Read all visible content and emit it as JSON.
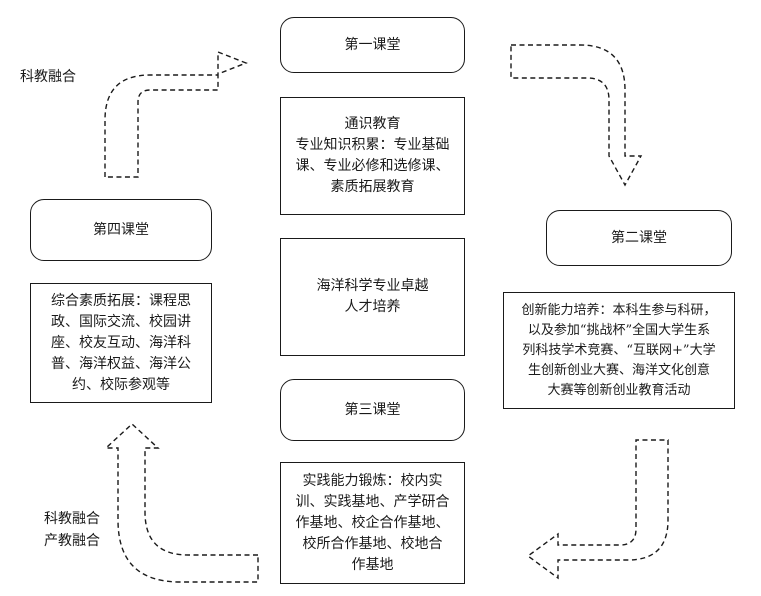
{
  "nodes": {
    "class1": {
      "title": "第一课堂",
      "desc": "通识教育\n专业知识积累：专业基础\n课、专业必修和选修课、\n素质拓展教育"
    },
    "class2": {
      "title": "第二课堂",
      "desc": "创新能力培养：本科生参与科研，\n以及参加“挑战杯”全国大学生系\n列科技学术竞赛、“互联网+”大学\n生创新创业大赛、海洋文化创意\n大赛等创新创业教育活动"
    },
    "class3": {
      "title": "第三课堂",
      "desc": "实践能力锻炼：校内实\n训、实践基地、产学研合\n作基地、校企合作基地、\n校所合作基地、校地合\n作基地"
    },
    "class4": {
      "title": "第四课堂",
      "desc": "综合素质拓展：课程思\n政、国际交流、校园讲\n座、校友互动、海洋科\n普、海洋权益、海洋公\n约、校际参观等"
    },
    "center": {
      "text": "海洋科学专业卓越\n人才培养"
    }
  },
  "labels": {
    "top_left": "科教融合",
    "bottom_left": "科教融合\n产教融合"
  }
}
